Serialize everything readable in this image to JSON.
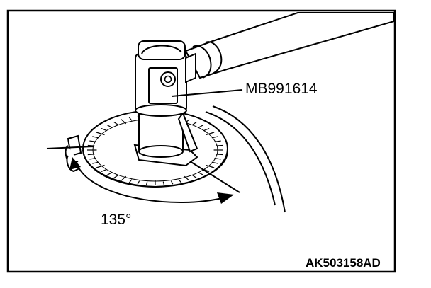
{
  "figure": {
    "tool_label": "MB991614",
    "angle_label": "135°",
    "figure_id": "AK503158AD"
  },
  "colors": {
    "line": "#000000",
    "background": "#ffffff"
  }
}
